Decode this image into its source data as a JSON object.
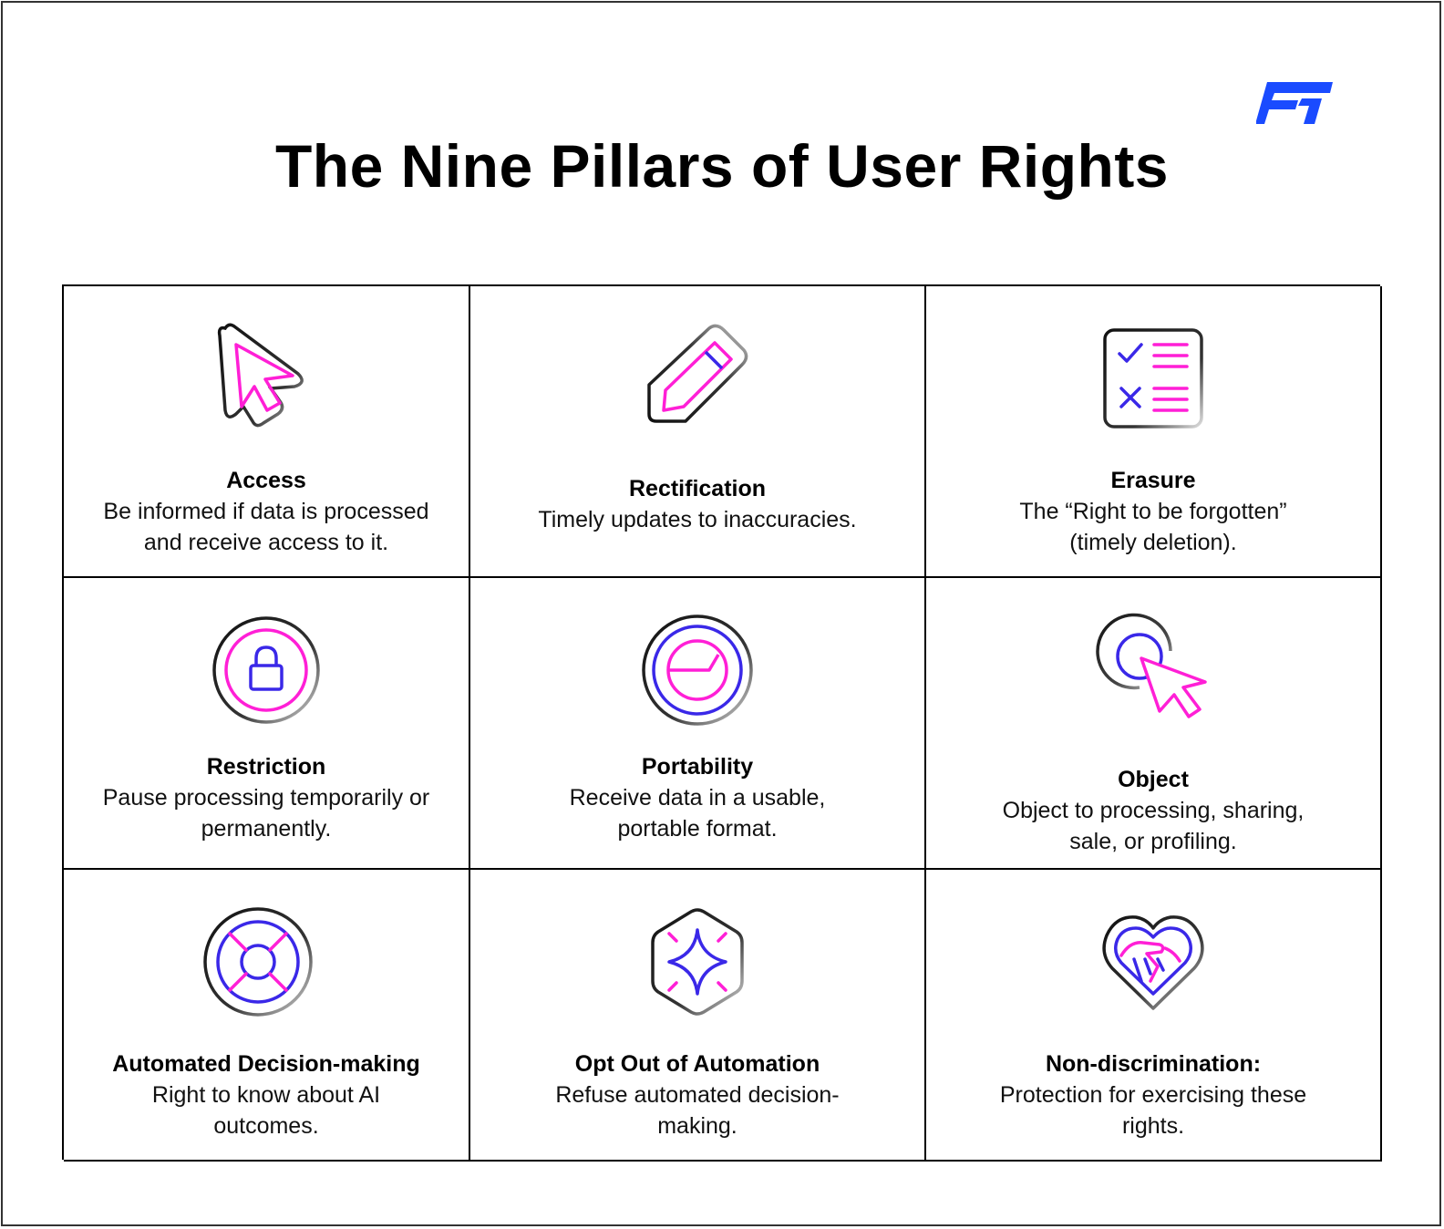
{
  "title": "The Nine Pillars of User Rights",
  "logo": {
    "name": "ft-logo",
    "color": "#1a4bff"
  },
  "colors": {
    "magenta": "#ff1fd6",
    "blue": "#3a28e8",
    "outline": "#1a1a1a"
  },
  "pillars": [
    {
      "icon": "cursor-icon",
      "name": "Access",
      "desc_line1": "Be informed if data is processed",
      "desc_line2": "and receive access to it."
    },
    {
      "icon": "pencil-icon",
      "name": "Rectification",
      "desc_line1": "Timely updates to inaccuracies.",
      "desc_line2": ""
    },
    {
      "icon": "checklist-icon",
      "name": "Erasure",
      "desc_line1": "The “Right to be forgotten”",
      "desc_line2": "(timely deletion)."
    },
    {
      "icon": "lock-icon",
      "name": "Restriction",
      "desc_line1": "Pause processing temporarily or",
      "desc_line2": "permanently."
    },
    {
      "icon": "gauge-icon",
      "name": "Portability",
      "desc_line1": "Receive data in a usable,",
      "desc_line2": "portable format."
    },
    {
      "icon": "click-cursor-icon",
      "name": "Object",
      "desc_line1": "Object to processing, sharing,",
      "desc_line2": "sale, or profiling."
    },
    {
      "icon": "lifebuoy-icon",
      "name": "Automated Decision-making",
      "desc_line1": "Right to know about AI",
      "desc_line2": "outcomes."
    },
    {
      "icon": "sparkle-icon",
      "name": "Opt Out of Automation",
      "desc_line1": "Refuse automated decision-",
      "desc_line2": "making."
    },
    {
      "icon": "heart-handshake-icon",
      "name": "Non-discrimination:",
      "desc_line1": "Protection for exercising these",
      "desc_line2": "rights."
    }
  ]
}
